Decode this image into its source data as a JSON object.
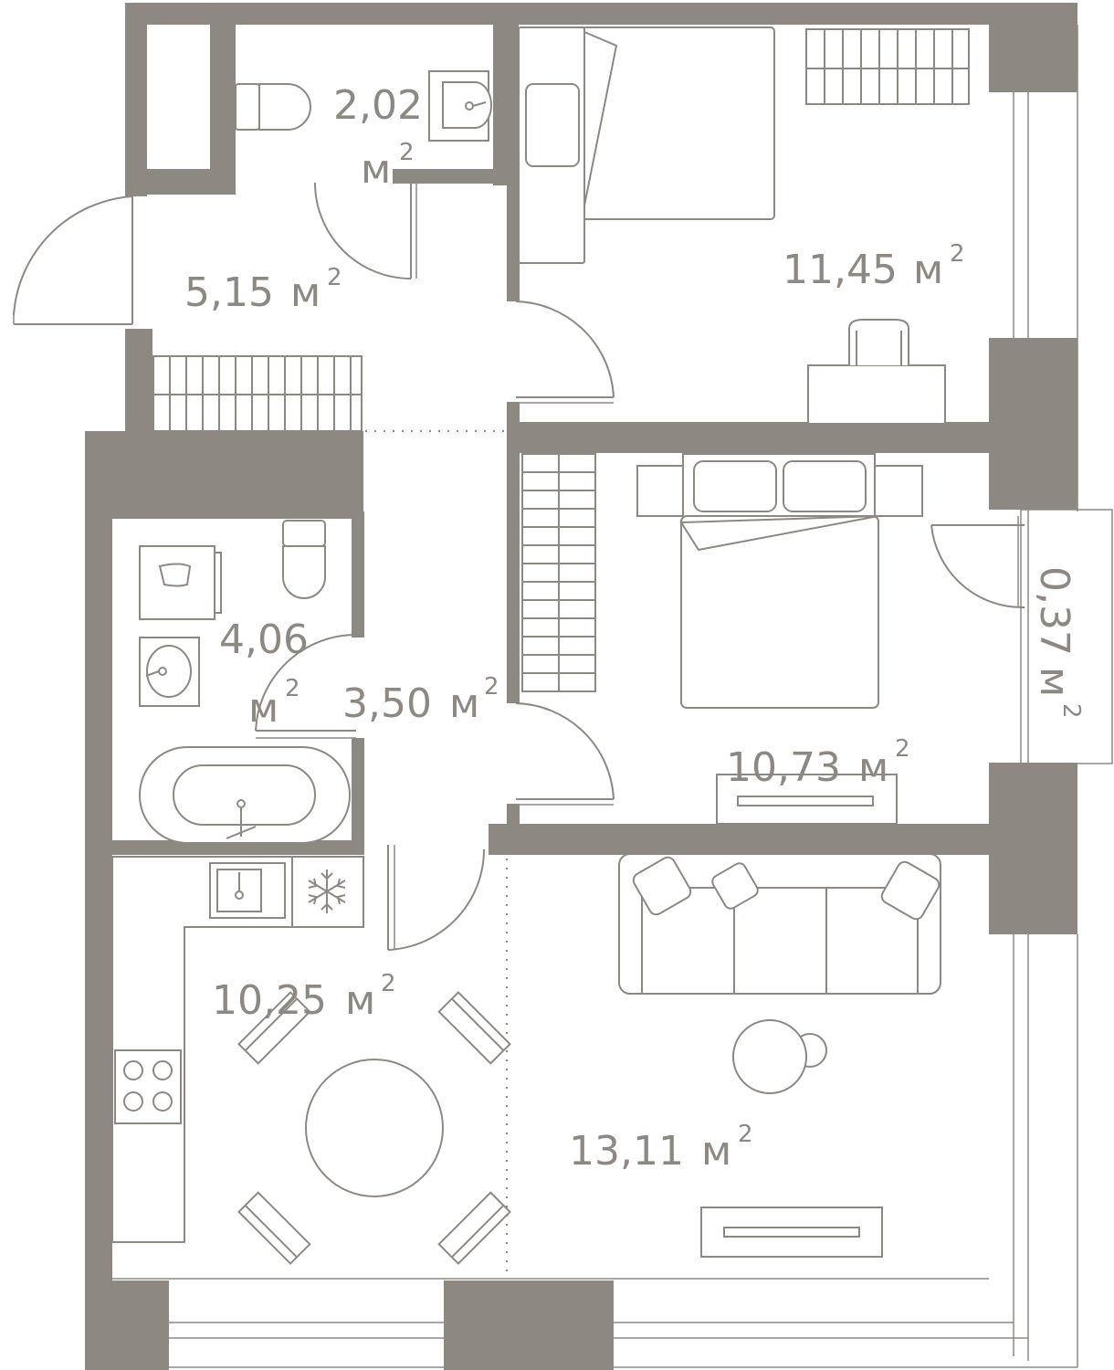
{
  "unit": "м",
  "exponent": "2",
  "rooms": {
    "wc": "2,02",
    "hall": "5,15",
    "bedroom1": "11,45",
    "bathroom": "4,06",
    "corridor": "3,50",
    "bedroom2": "10,73",
    "balcony": "0,37",
    "kitchen": "10,25",
    "living": "13,11"
  },
  "colors": {
    "wall": "#8e8883",
    "background": "#ffffff"
  },
  "icons": [
    "toilet-icon",
    "sink-icon",
    "bathtub-icon",
    "stove-icon",
    "snowflake-icon",
    "bed-icon",
    "sofa-icon",
    "chair-icon",
    "wardrobe-icon"
  ]
}
